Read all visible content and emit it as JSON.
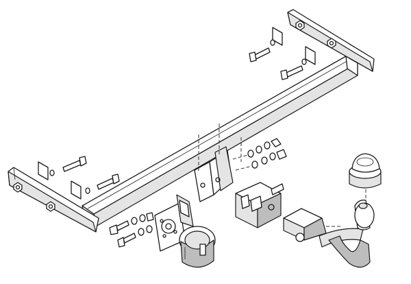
{
  "diagram": {
    "parts": [
      "crossbar",
      "left-side-bracket",
      "right-side-bracket",
      "center-mounting-plate",
      "socket-mounting-plate",
      "electrical-socket",
      "tow-ball-receiver",
      "tow-ball-neck",
      "tow-ball-cap",
      "locking-mechanism"
    ],
    "fastener_groups": [
      "left-bracket-bolts",
      "right-bracket-bolts",
      "center-bolts",
      "socket-bolts"
    ]
  }
}
